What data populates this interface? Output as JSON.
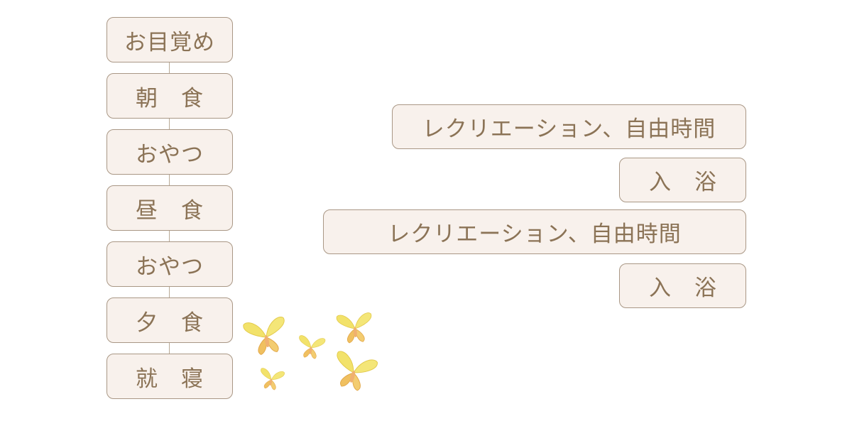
{
  "schedule_left": [
    "お目覚め",
    "朝　食",
    "おやつ",
    "昼　食",
    "おやつ",
    "夕　食",
    "就　寝"
  ],
  "schedule_right": [
    "レクリエーション、自由時間",
    "入　浴",
    "レクリエーション、自由時間",
    "入　浴"
  ],
  "colors": {
    "box_fill": "#f8f1ec",
    "box_border": "#a99785",
    "text": "#8b7356",
    "butterfly_wing": "#f2e26a",
    "butterfly_accent": "#f0b070"
  },
  "icons": [
    "butterfly-icon"
  ]
}
